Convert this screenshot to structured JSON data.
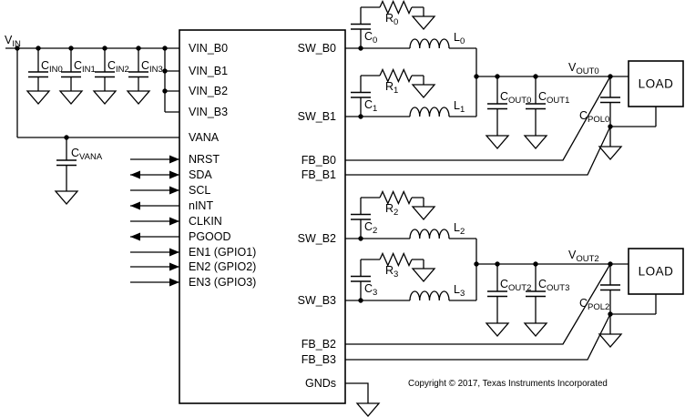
{
  "power_input": {
    "vin": {
      "base": "V",
      "sub": "IN"
    },
    "input_caps": [
      {
        "base": "C",
        "sub": "IN0"
      },
      {
        "base": "C",
        "sub": "IN1"
      },
      {
        "base": "C",
        "sub": "IN2"
      },
      {
        "base": "C",
        "sub": "IN3"
      }
    ],
    "vana_cap": {
      "base": "C",
      "sub": "VANA"
    }
  },
  "ic": {
    "left_pins": [
      "VIN_B0",
      "VIN_B1",
      "VIN_B2",
      "VIN_B3",
      "VANA",
      "NRST",
      "SDA",
      "SCL",
      "nINT",
      "CLKIN",
      "PGOOD",
      "EN1 (GPIO1)",
      "EN2 (GPIO2)",
      "EN3 (GPIO3)"
    ],
    "right_pins": [
      "SW_B0",
      "SW_B1",
      "FB_B0",
      "FB_B1",
      "SW_B2",
      "SW_B3",
      "FB_B2",
      "FB_B3",
      "GNDs"
    ]
  },
  "phases": [
    {
      "r": {
        "base": "R",
        "sub": "0"
      },
      "c": {
        "base": "C",
        "sub": "0"
      },
      "l": {
        "base": "L",
        "sub": "0"
      }
    },
    {
      "r": {
        "base": "R",
        "sub": "1"
      },
      "c": {
        "base": "C",
        "sub": "1"
      },
      "l": {
        "base": "L",
        "sub": "1"
      }
    },
    {
      "r": {
        "base": "R",
        "sub": "2"
      },
      "c": {
        "base": "C",
        "sub": "2"
      },
      "l": {
        "base": "L",
        "sub": "2"
      }
    },
    {
      "r": {
        "base": "R",
        "sub": "3"
      },
      "c": {
        "base": "C",
        "sub": "3"
      },
      "l": {
        "base": "L",
        "sub": "3"
      }
    }
  ],
  "outputs": [
    {
      "vout": {
        "base": "V",
        "sub": "OUT0"
      },
      "caps": [
        {
          "base": "C",
          "sub": "OUT0"
        },
        {
          "base": "C",
          "sub": "OUT1"
        }
      ],
      "pol_cap": {
        "base": "C",
        "sub": "POL0"
      },
      "load": "LOAD"
    },
    {
      "vout": {
        "base": "V",
        "sub": "OUT2"
      },
      "caps": [
        {
          "base": "C",
          "sub": "OUT2"
        },
        {
          "base": "C",
          "sub": "OUT3"
        }
      ],
      "pol_cap": {
        "base": "C",
        "sub": "POL2"
      },
      "load": "LOAD"
    }
  ],
  "copyright": "Copyright © 2017, Texas Instruments Incorporated",
  "colors": {
    "line": "#000000",
    "text": "#000000",
    "background": "#ffffff"
  }
}
